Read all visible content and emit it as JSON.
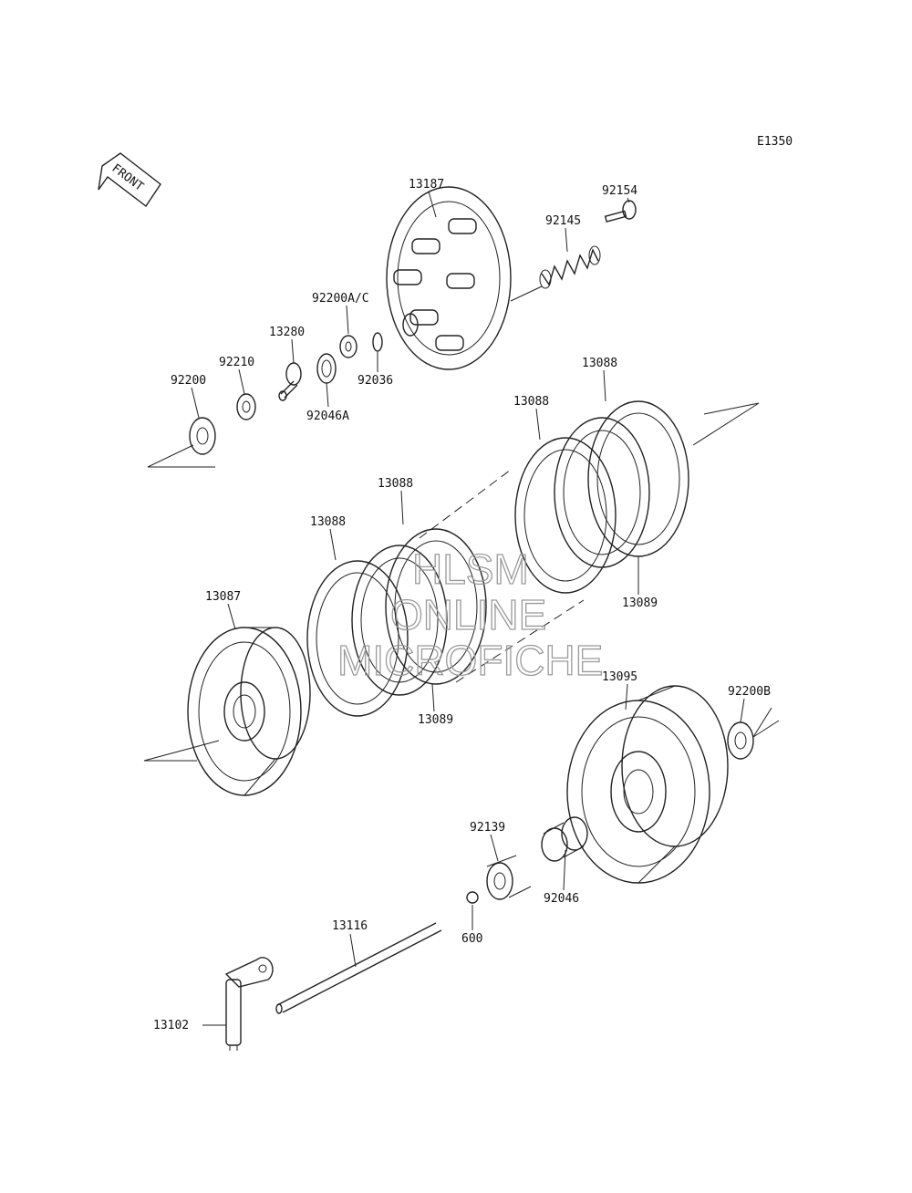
{
  "diagram_code": "E1350",
  "front_label": "FRONT",
  "watermark": {
    "line1": "HLSM",
    "line2": "ONLINE",
    "line3": "MICROFICHE",
    "color": "#9a9a9a"
  },
  "parts": {
    "p13187": "13187",
    "p92154": "92154",
    "p92145": "92145",
    "p92200ac": "92200A/C",
    "p13280": "13280",
    "p92210": "92210",
    "p92200": "92200",
    "p92036": "92036",
    "p92046a": "92046A",
    "p13088a": "13088",
    "p13088b": "13088",
    "p13088c": "13088",
    "p13088d": "13088",
    "p13089a": "13089",
    "p13089b": "13089",
    "p13087": "13087",
    "p13095": "13095",
    "p92200b": "92200B",
    "p92139": "92139",
    "p92046": "92046",
    "p600": "600",
    "p13116": "13116",
    "p13102": "13102"
  }
}
